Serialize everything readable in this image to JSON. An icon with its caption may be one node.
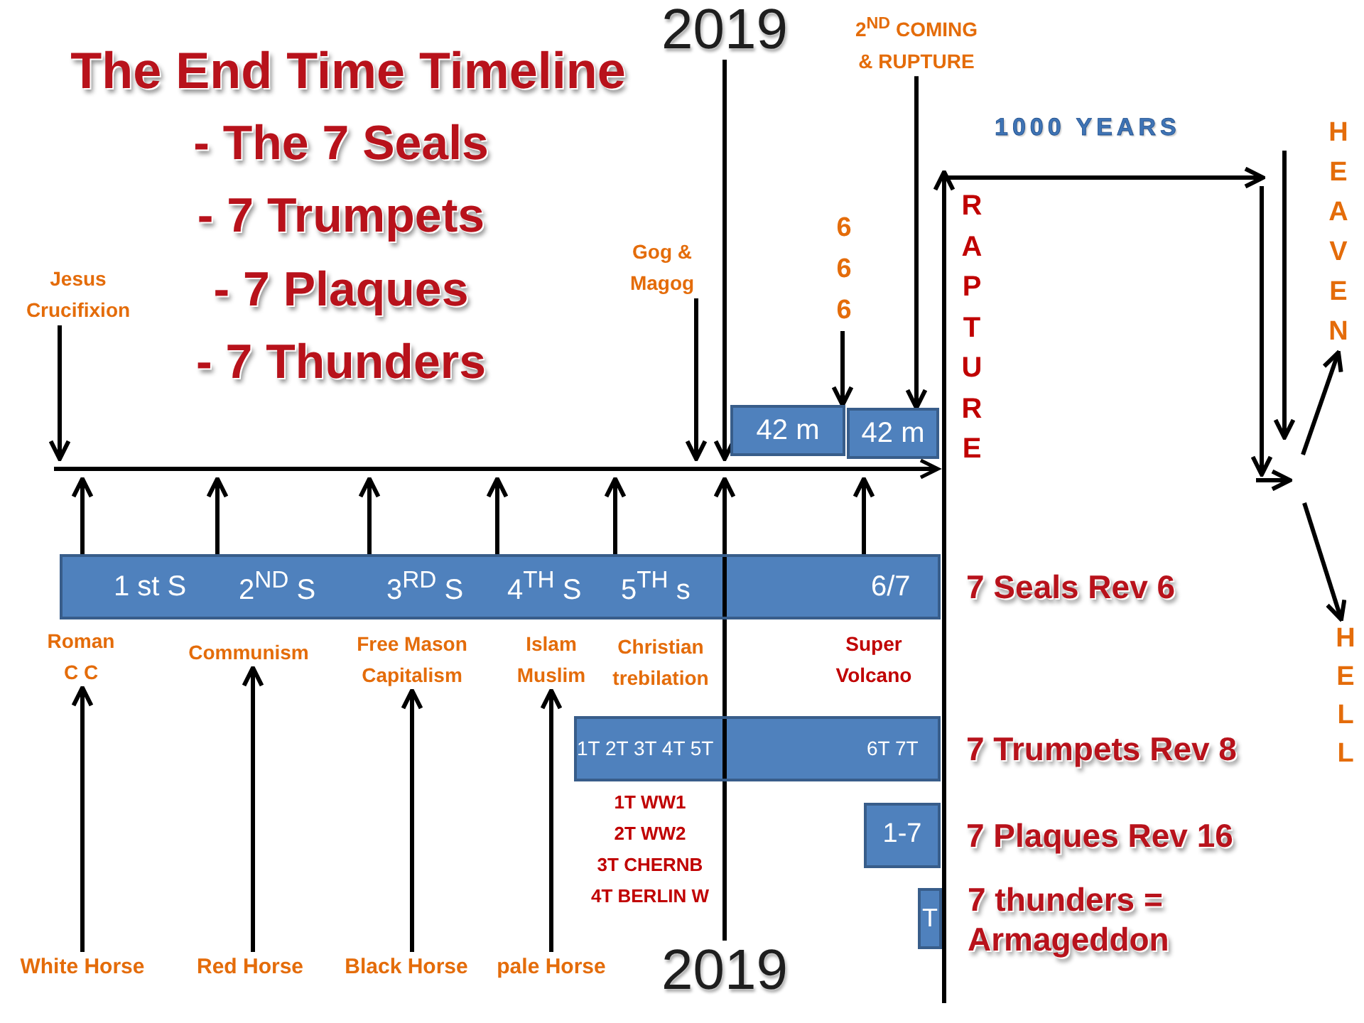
{
  "diagram": {
    "title": "The End Time Timeline",
    "nodes": [
      {
        "text": [
          "2019"
        ]
      },
      {
        "text": [
          "2$^{ND}$ COMING & RUPTURE"
        ]
      },
      {
        "text": [
          "H E A V E N"
        ]
      },
      {
        "text": [
          "Jesus Crucifixion"
        ]
      },
      {
        "text": [
          "Gog & Magog"
        ]
      },
      {
        "text": [
          "6 6 6"
        ]
      },
      {
        "text": [
          "42 m"
        ]
      },
      {
        "text": [
          "42 m"
        ]
      },
      {
        "text": [],
        "shape": "arrow"
      },
      {
        "text": [
          "1 st S",
          "2$^{ND}$ S",
          "3$^{RD}$ S",
          "4$^{TH}$ S",
          "5$^{TH}$ s",
          "6/7"
        ],
        "beside": [
          "7 Seals Rev 6"
        ]
      },
      {
        "text": [
          "Roman C C"
        ]
      },
      {
        "text": [
          "Communism"
        ]
      },
      {
        "text": [
          "Free Mason Capitalism"
        ]
      },
      {
        "text": [
          "Islam Muslim"
        ]
      },
      {
        "text": [
          "H E L L"
        ]
      },
      {
        "text": [
          "1T 2T 3T 4T 5T",
          "6T 7T"
        ],
        "beside": [
          "7 Trumpets Rev 8",
          "1T WW1",
          "2T WW2",
          "3T CHERNB",
          "4T BERLIN W"
        ]
      },
      {
        "text": [
          "1-7"
        ],
        "beside": [
          "7 Plaques Rev 16"
        ]
      },
      {
        "text": [
          "T"
        ],
        "beside": [
          "7 thunders = Armageddon"
        ]
      },
      {
        "text": [
          "White Horse"
        ]
      },
      {
        "text": [
          "Red Horse"
        ]
      },
      {
        "text": [
          "Black Horse"
        ]
      },
      {
        "text": [
          "pale Horse"
        ]
      },
      {
        "text": [
          "2019"
        ]
      }
    ],
    "edges": [
      {
        "from": 0,
        "to": 8,
        "arrow": "to"
      },
      {
        "from": 1,
        "to": 7,
        "arrow": "to"
      },
      {
        "from": 3,
        "to": 8,
        "arrow": "to"
      },
      {
        "from": 4,
        "to": 8,
        "arrow": "to"
      },
      {
        "from": 5,
        "to": 6,
        "arrow": "to"
      },
      {
        "from": 9,
        "to": 8,
        "arrow": "to"
      },
      {
        "from": 9,
        "to": 8,
        "arrow": "to"
      },
      {
        "from": 9,
        "to": 8,
        "arrow": "to"
      },
      {
        "from": 9,
        "to": 8,
        "arrow": "to"
      },
      {
        "from": 9,
        "to": 8,
        "arrow": "to"
      },
      {
        "from": 9,
        "to": 8,
        "arrow": "to"
      },
      {
        "from": 18,
        "to": 10,
        "arrow": "to"
      },
      {
        "from": 19,
        "to": 11,
        "arrow": "to"
      },
      {
        "from": 20,
        "to": 12,
        "arrow": "to"
      },
      {
        "from": 21,
        "to": 13,
        "arrow": "to"
      },
      {
        "from": 22,
        "to": 15,
        "arrow": "none"
      },
      {
        "from": 15,
        "to": 9,
        "arrow": "none"
      },
      {
        "from": 9,
        "to": 8,
        "arrow": "to"
      },
      {
        "from": null,
        "to": 2,
        "arrow": "to"
      },
      {
        "from": null,
        "to": 14,
        "arrow": "to"
      }
    ],
    "labels": [
      "- The 7 Seals",
      "1000 YEARS",
      "- 7 Trumpets",
      "R A P T U R E",
      "- 7 Plaques",
      "- 7 Thunders",
      "Christian trebilation",
      "Super Volcano"
    ]
  }
}
